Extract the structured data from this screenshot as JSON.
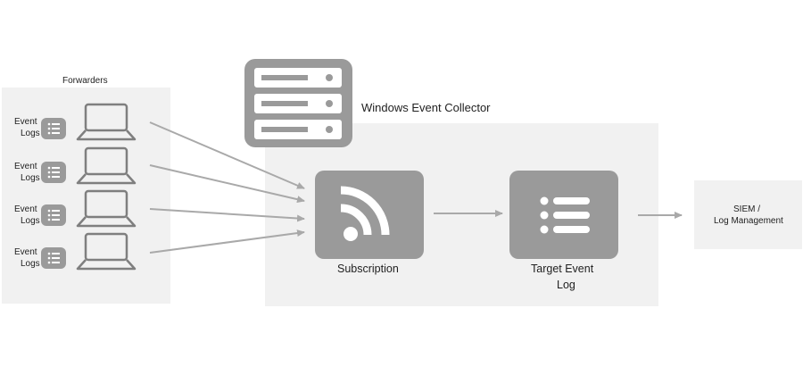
{
  "forwarders": {
    "title": "Forwarders",
    "rows": [
      {
        "label_line1": "Event",
        "label_line2": "Logs"
      },
      {
        "label_line1": "Event",
        "label_line2": "Logs"
      },
      {
        "label_line1": "Event",
        "label_line2": "Logs"
      },
      {
        "label_line1": "Event",
        "label_line2": "Logs"
      }
    ]
  },
  "collector": {
    "title": "Windows Event Collector",
    "subscription_label": "Subscription",
    "target_label_line1": "Target Event",
    "target_label_line2": "Log"
  },
  "siem": {
    "label_line1": "SIEM /",
    "label_line2": "Log Management"
  },
  "icons": {
    "server": "server-icon",
    "laptop": "laptop-icon",
    "list": "list-icon",
    "rss": "rss-icon"
  },
  "colors": {
    "panel": "#f1f1f1",
    "icon_fill": "#9a9a9a",
    "icon_dark": "#7f7f7f",
    "arrow": "#a9a9a9"
  }
}
